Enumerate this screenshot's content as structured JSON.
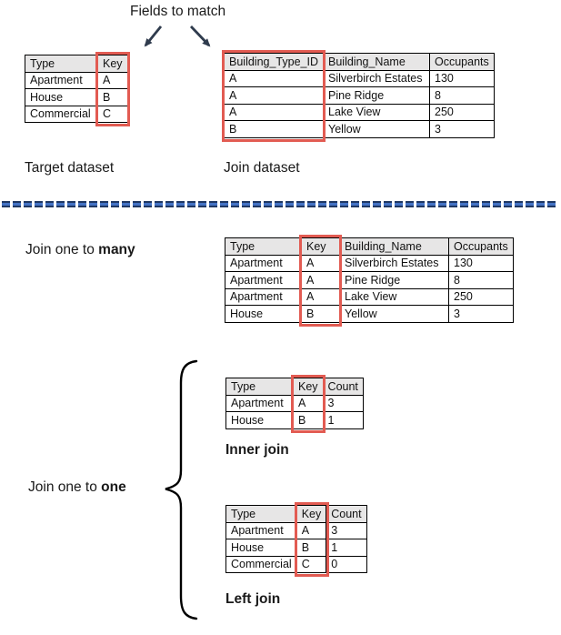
{
  "annotation": {
    "fields_to_match": "Fields to match"
  },
  "datasets": {
    "target_label": "Target dataset",
    "join_label": "Join dataset"
  },
  "sections": {
    "one_to_many": {
      "prefix": "Join one to ",
      "bold": "many"
    },
    "one_to_one": {
      "prefix": "Join one to ",
      "bold": "one"
    },
    "inner_join_label": "Inner join",
    "left_join_label": "Left join"
  },
  "tables": {
    "target": {
      "headers": [
        "Type",
        "Key"
      ],
      "rows": [
        [
          "Apartment",
          "A"
        ],
        [
          "House",
          "B"
        ],
        [
          "Commercial",
          "C"
        ]
      ],
      "highlight_col": 1
    },
    "join": {
      "headers": [
        "Building_Type_ID",
        "Building_Name",
        "Occupants"
      ],
      "rows": [
        [
          "A",
          "Silverbirch Estates",
          "130"
        ],
        [
          "A",
          "Pine Ridge",
          "8"
        ],
        [
          "A",
          "Lake View",
          "250"
        ],
        [
          "B",
          "Yellow",
          "3"
        ]
      ],
      "highlight_col": 0
    },
    "one_to_many": {
      "headers": [
        "Type",
        "Key",
        "Building_Name",
        "Occupants"
      ],
      "rows": [
        [
          "Apartment",
          "A",
          "Silverbirch Estates",
          "130"
        ],
        [
          "Apartment",
          "A",
          "Pine Ridge",
          "8"
        ],
        [
          "Apartment",
          "A",
          "Lake View",
          "250"
        ],
        [
          "House",
          "B",
          "Yellow",
          "3"
        ]
      ],
      "highlight_col": 1
    },
    "inner": {
      "headers": [
        "Type",
        "Key",
        "Count"
      ],
      "rows": [
        [
          "Apartment",
          "A",
          "3"
        ],
        [
          "House",
          "B",
          "1"
        ]
      ],
      "highlight_col": 1
    },
    "left": {
      "headers": [
        "Type",
        "Key",
        "Count"
      ],
      "rows": [
        [
          "Apartment",
          "A",
          "3"
        ],
        [
          "House",
          "B",
          "1"
        ],
        [
          "Commercial",
          "C",
          "0"
        ]
      ],
      "highlight_col": 1
    }
  },
  "colors": {
    "highlight_border": "#e25b52",
    "table_header_bg": "#e7e6e6",
    "table_border": "#000000",
    "arrow": "#2f3b4d",
    "divider_dark": "#1f3864",
    "divider_light": "#4472c4"
  }
}
